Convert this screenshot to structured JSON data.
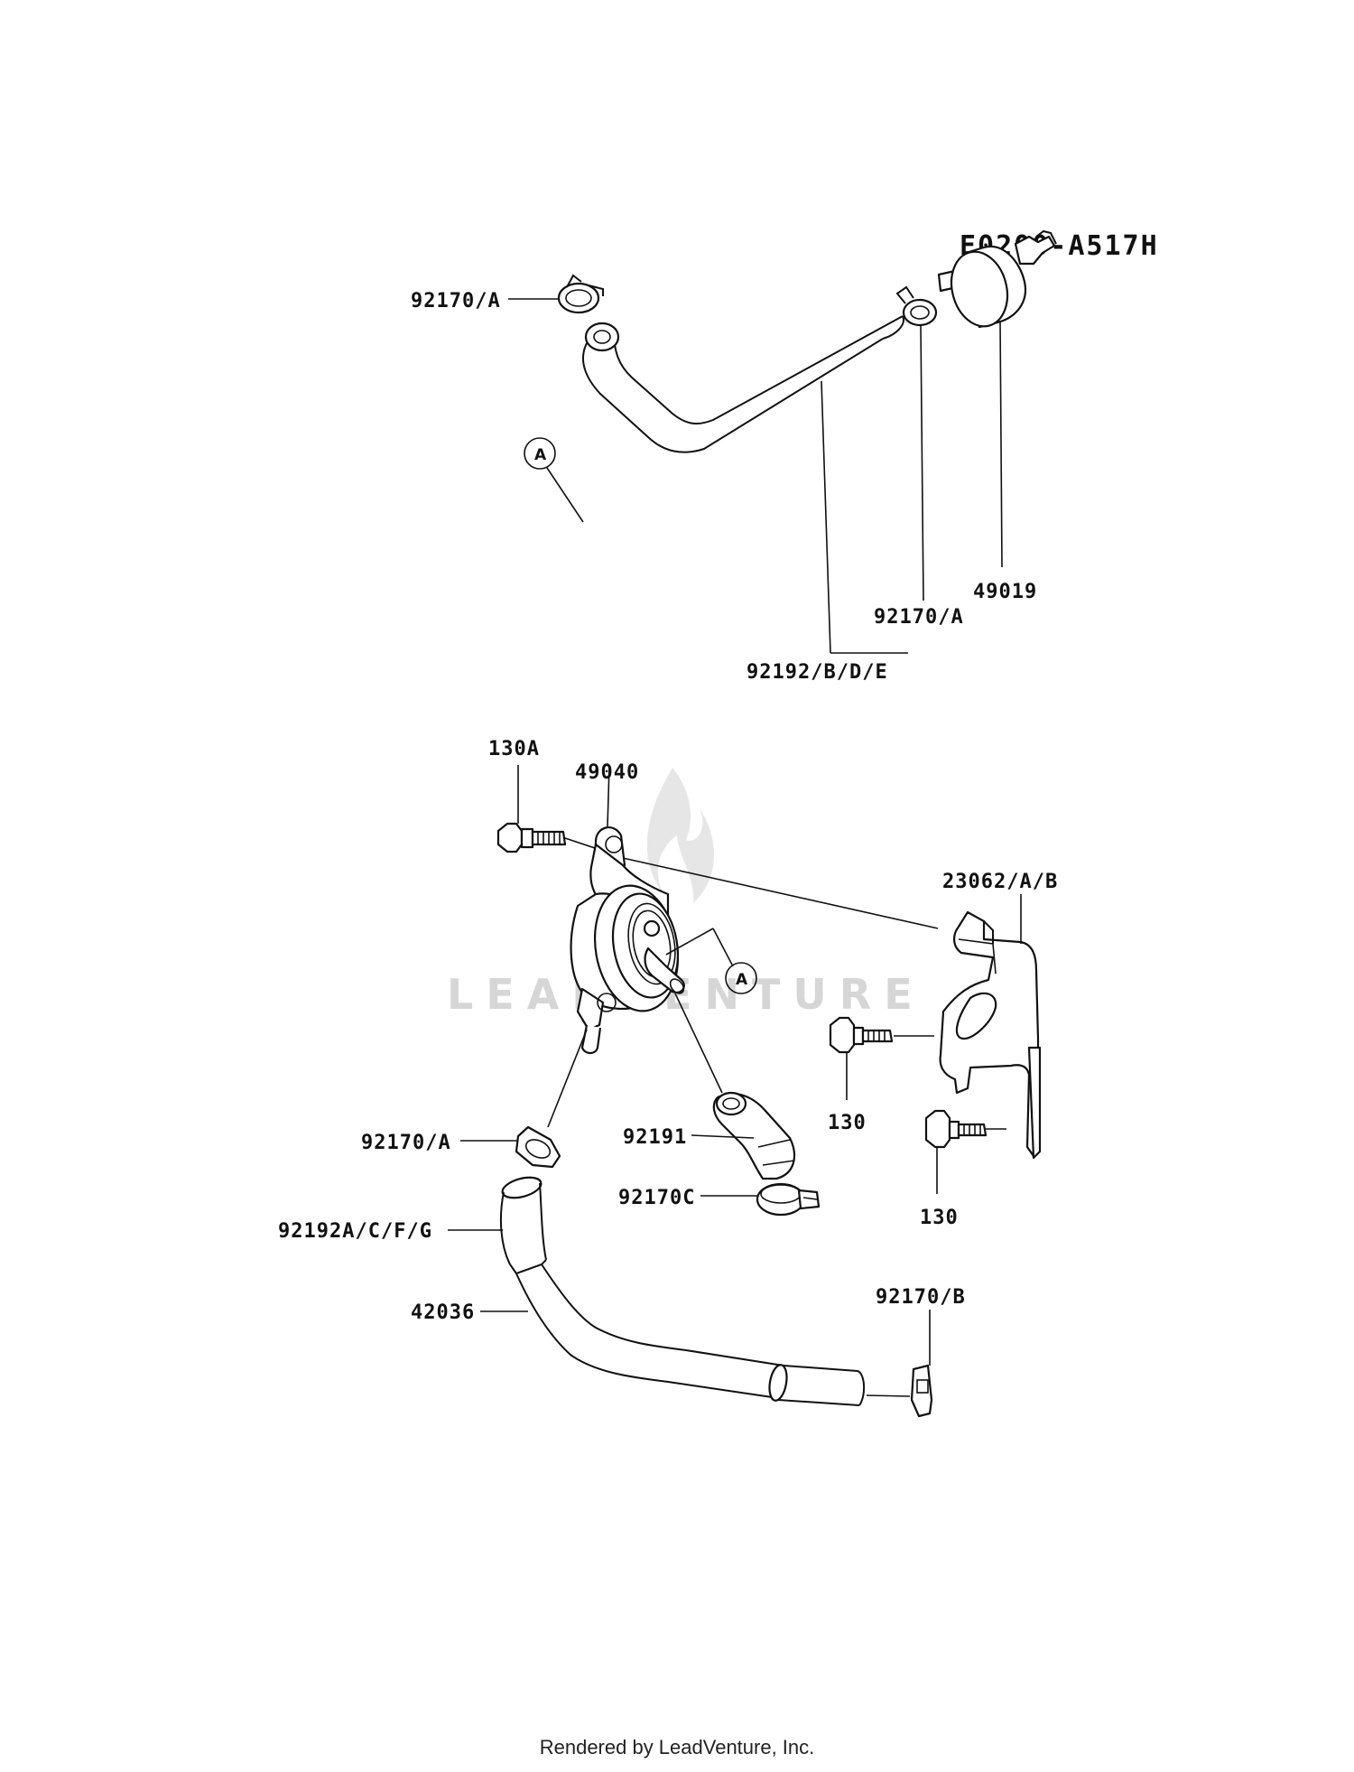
{
  "diagram_code": "E0200-A517H",
  "watermark": "LEADVENTURE",
  "footer": "Rendered by LeadVenture, Inc.",
  "ref_marks": [
    "A",
    "A"
  ],
  "callouts": {
    "clamp_top_left": "92170/A",
    "fuel_filter": "49019",
    "clamp_top_right": "92170/A",
    "hose_top": "92192/B/D/E",
    "bolt_130a": "130A",
    "fuel_pump": "49040",
    "bracket": "23062/A/B",
    "clamp_pump_outlet": "92170/A",
    "hose_92191": "92191",
    "clamp_92170c": "92170C",
    "bolt_130_upper": "130",
    "bolt_130_lower": "130",
    "hose_lower_a": "92192A/C/F/G",
    "tube_42036": "42036",
    "clamp_92170b": "92170/B"
  }
}
